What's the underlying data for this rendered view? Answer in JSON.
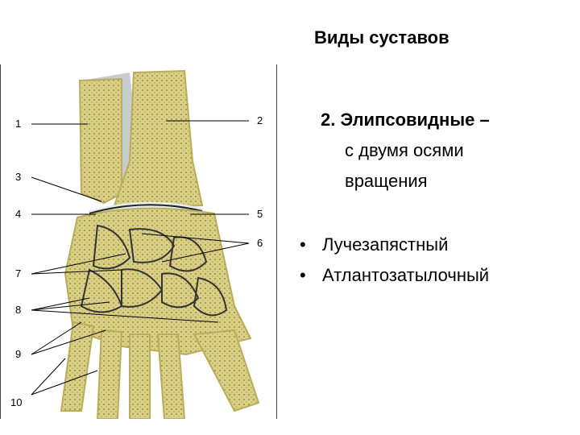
{
  "slide": {
    "title": "Виды суставов",
    "subheading": {
      "line1": "2. Элипсовидные –",
      "line2": "с двумя осями",
      "line3": "вращения"
    },
    "bullets": [
      "Лучезапястный",
      "Атлантозатылочный"
    ],
    "bullet_glyph": "•"
  },
  "figure": {
    "callouts": [
      "1",
      "2",
      "3",
      "4",
      "5",
      "6",
      "7",
      "8",
      "9",
      "10"
    ],
    "colors": {
      "bone": "#d9cf86",
      "bone_dark": "#b9ad5a",
      "cartilage": "#e8ecef",
      "tendon": "#c7ccd2",
      "leader": "#000000"
    }
  }
}
